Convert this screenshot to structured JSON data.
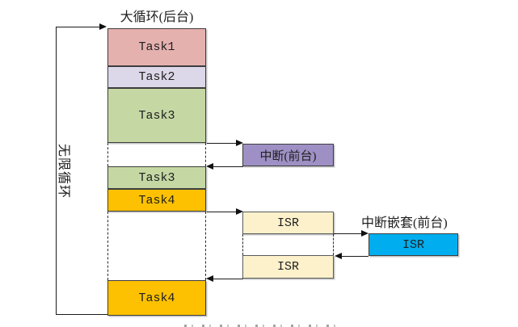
{
  "diagram": {
    "title": "大循环(后台)",
    "infinite_loop_label": "无限循环",
    "background_tasks": [
      {
        "label": "Task1",
        "color": "#e5b1af"
      },
      {
        "label": "Task2",
        "color": "#dcd8e9"
      },
      {
        "label": "Task3",
        "color": "#c5d8a4"
      },
      {
        "label": "Task3",
        "color": "#c5d8a4"
      },
      {
        "label": "Task4",
        "color": "#fdc101"
      },
      {
        "label": "Task4",
        "color": "#fdc101"
      }
    ],
    "foreground": {
      "interrupt": {
        "label": "中断(前台)",
        "color": "#9e90c4"
      },
      "isr_first": {
        "label": "ISR",
        "color": "#fdf1cb"
      },
      "isr_nested": {
        "label": "ISR",
        "color": "#00aeef"
      },
      "isr_second": {
        "label": "ISR",
        "color": "#fdf1cb"
      },
      "nested_title": "中断嵌套(前台)"
    },
    "line_color": "#1a1a1a"
  }
}
